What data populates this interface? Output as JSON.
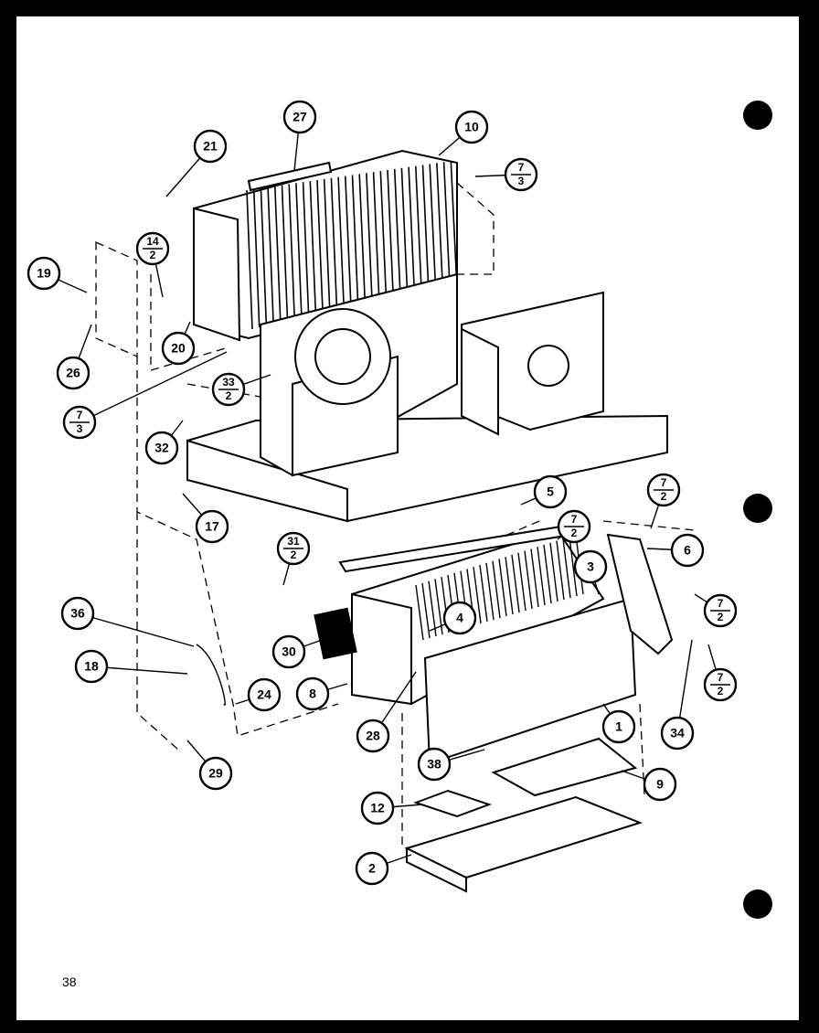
{
  "page_number": "38",
  "callouts": [
    {
      "label": "27"
    },
    {
      "label": "10"
    },
    {
      "label": "21"
    },
    {
      "label": "7",
      "sub": "3"
    },
    {
      "label": "14",
      "sub": "2"
    },
    {
      "label": "19"
    },
    {
      "label": "20"
    },
    {
      "label": "26"
    },
    {
      "label": "33",
      "sub": "2"
    },
    {
      "label": "7",
      "sub": "3"
    },
    {
      "label": "32"
    },
    {
      "label": "5"
    },
    {
      "label": "7",
      "sub": "2"
    },
    {
      "label": "7",
      "sub": "2"
    },
    {
      "label": "17"
    },
    {
      "label": "6"
    },
    {
      "label": "31",
      "sub": "2"
    },
    {
      "label": "3"
    },
    {
      "label": "7",
      "sub": "2"
    },
    {
      "label": "36"
    },
    {
      "label": "4"
    },
    {
      "label": "30"
    },
    {
      "label": "18"
    },
    {
      "label": "24"
    },
    {
      "label": "8"
    },
    {
      "label": "7",
      "sub": "2"
    },
    {
      "label": "1"
    },
    {
      "label": "34"
    },
    {
      "label": "28"
    },
    {
      "label": "38"
    },
    {
      "label": "29"
    },
    {
      "label": "9"
    },
    {
      "label": "12"
    },
    {
      "label": "2"
    }
  ]
}
